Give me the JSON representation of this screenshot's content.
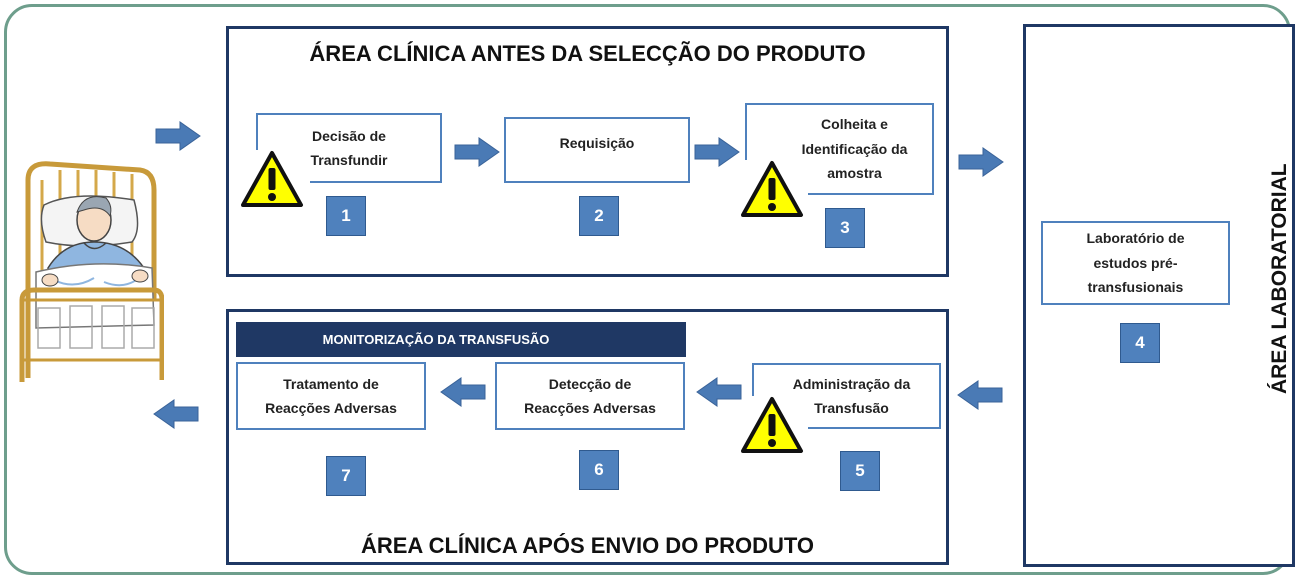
{
  "areas": {
    "before": "ÁREA CLÍNICA ANTES DA SELECÇÃO DO PRODUTO",
    "after": "ÁREA CLÍNICA APÓS ENVIO DO PRODUTO",
    "lab": "ÁREA LABORATORIAL"
  },
  "banner": "MONITORIZAÇÃO DA TRANSFUSÃO",
  "steps": [
    {
      "label": "Decisão de\nTransfundir",
      "number": "1",
      "warning": true
    },
    {
      "label": "Requisição",
      "number": "2",
      "warning": false
    },
    {
      "label": "Colheita e\nIdentificação da\namostra",
      "number": "3",
      "warning": true
    },
    {
      "label": "Laboratório de\nestudos pré-\ntransfusionais",
      "number": "4",
      "warning": false
    },
    {
      "label": "Administração da\nTransfusão",
      "number": "5",
      "warning": true
    },
    {
      "label": "Detecção de\nReacções Adversas",
      "number": "6",
      "warning": false
    },
    {
      "label": "Tratamento de\nReacções Adversas",
      "number": "7",
      "warning": false
    }
  ],
  "colors": {
    "box_border": "#4f81bd",
    "number_fill": "#4f81bd",
    "area_border": "#1f3864",
    "banner_fill": "#1f3864",
    "frame": "#6e9e8c",
    "warning_fill": "#ffff00",
    "arrow_fill": "#4a7ab5"
  },
  "icons": [
    "warning-triangle-icon",
    "arrow-right-icon",
    "arrow-left-icon",
    "patient-bed-icon"
  ]
}
